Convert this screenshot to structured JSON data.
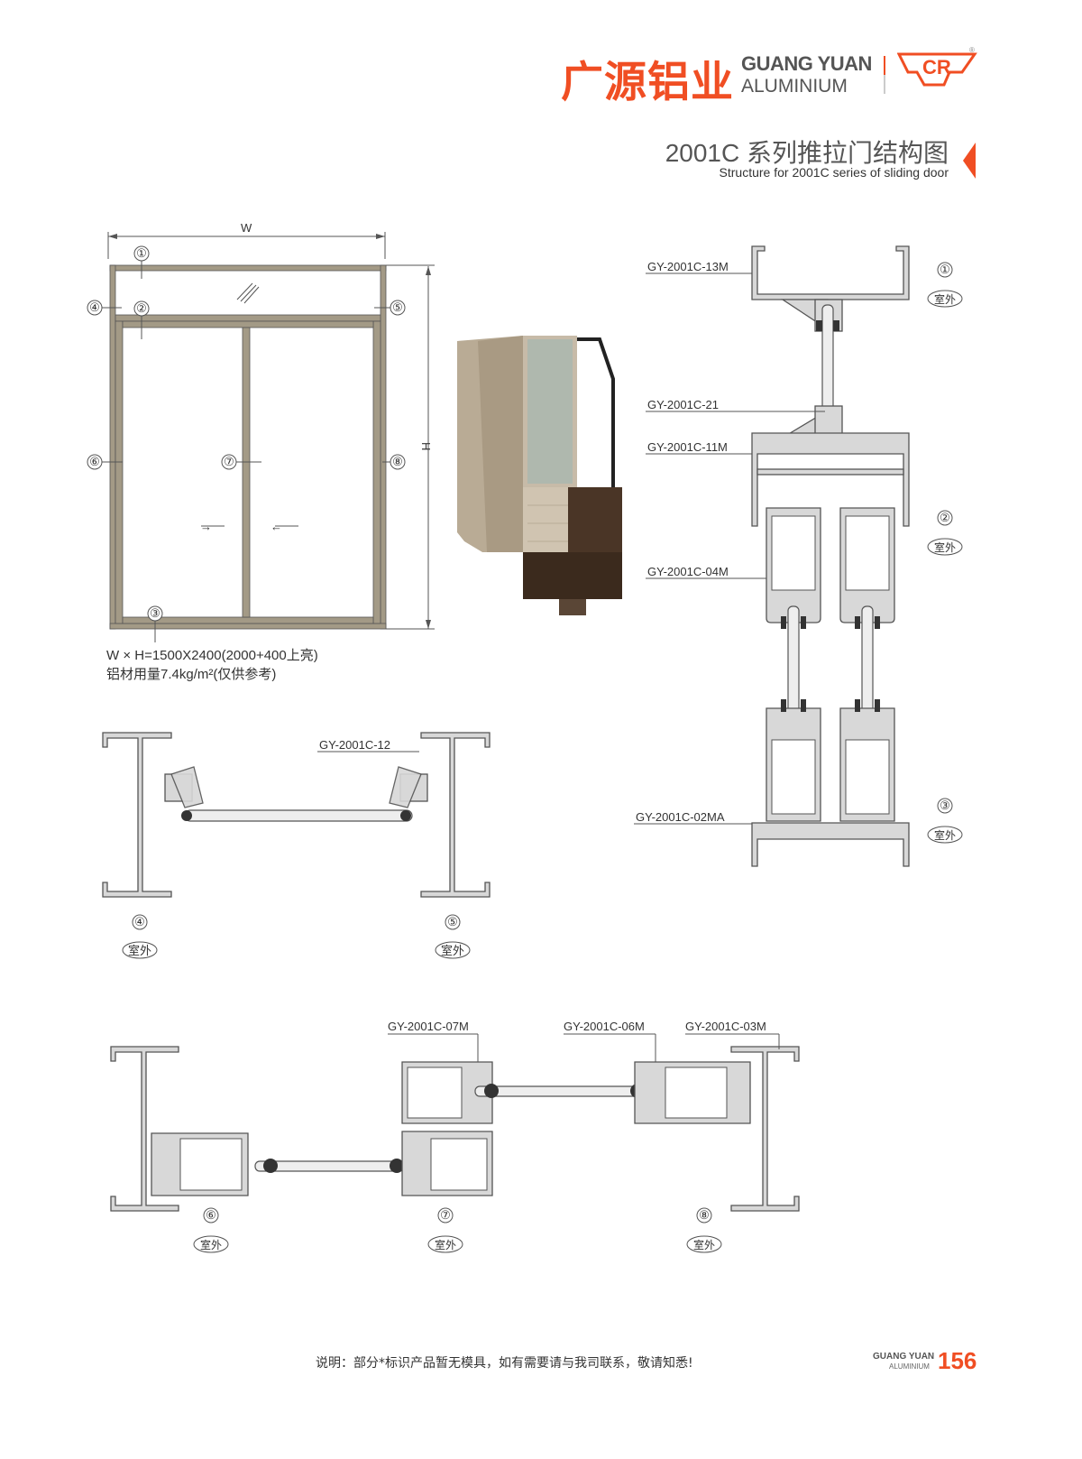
{
  "brand": {
    "cn": "广源铝业",
    "en_line1": "GUANG YUAN",
    "en_line2": "ALUMINIUM",
    "logo_text": "CR",
    "accent": "#f04e23"
  },
  "header": {
    "title": "2001C 系列推拉门结构图",
    "subtitle": "Structure for 2001C series of sliding door"
  },
  "elevation": {
    "width_label": "W",
    "height_label": "H",
    "markers": [
      "①",
      "②",
      "③",
      "④",
      "⑤",
      "⑥",
      "⑦",
      "⑧"
    ],
    "arrows": [
      "→",
      "←"
    ],
    "spec_line1": "W × H=1500X2400(2000+400上亮)",
    "spec_line2": "铝材用量7.4kg/m²(仅供参考)"
  },
  "sections": {
    "outdoor_label": "室外",
    "right_profiles": [
      "GY-2001C-13M",
      "GY-2001C-21",
      "GY-2001C-11M",
      "GY-2001C-04M",
      "GY-2001C-02MA"
    ],
    "side_profiles": [
      "GY-2001C-12"
    ],
    "bottom_profiles": [
      "GY-2001C-07M",
      "GY-2001C-06M",
      "GY-2001C-03M"
    ]
  },
  "footer": {
    "note": "说明：部分*标识产品暂无模具，如有需要请与我司联系，敬请知悉!",
    "brand1": "GUANG YUAN",
    "brand2": "ALUMINIUM",
    "page": "156"
  }
}
